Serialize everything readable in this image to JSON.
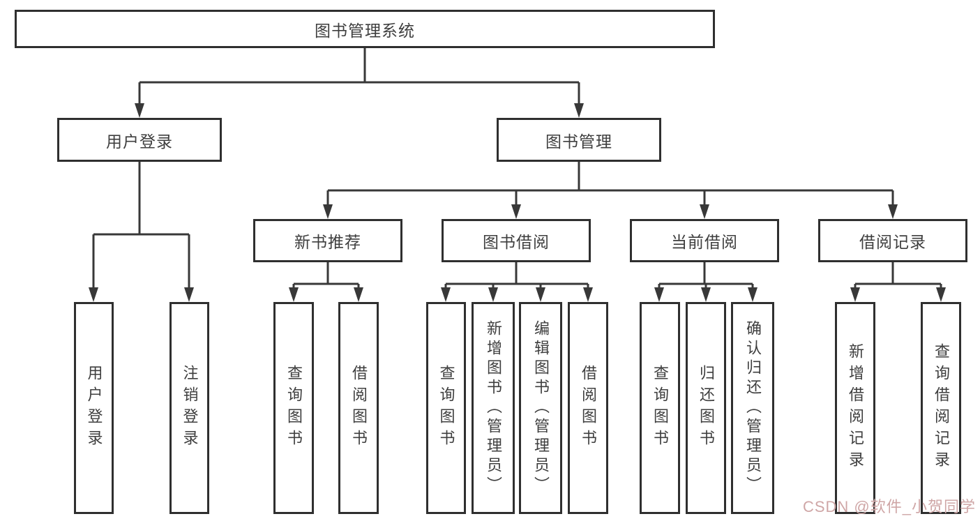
{
  "tree": {
    "label": "图书管理系统",
    "children": [
      {
        "label": "用户登录",
        "children": [
          {
            "label": "用户登录"
          },
          {
            "label": "注销登录"
          }
        ]
      },
      {
        "label": "图书管理",
        "children": [
          {
            "label": "新书推荐",
            "children": [
              {
                "label": "查询图书"
              },
              {
                "label": "借阅图书"
              }
            ]
          },
          {
            "label": "图书借阅",
            "children": [
              {
                "label": "查询图书"
              },
              {
                "label": "新增图书（管理员）"
              },
              {
                "label": "编辑图书（管理员）"
              },
              {
                "label": "借阅图书"
              }
            ]
          },
          {
            "label": "当前借阅",
            "children": [
              {
                "label": "查询图书"
              },
              {
                "label": "归还图书"
              },
              {
                "label": "确认归还（管理员）"
              }
            ]
          },
          {
            "label": "借阅记录",
            "children": [
              {
                "label": "新增借阅记录"
              },
              {
                "label": "查询借阅记录"
              }
            ]
          }
        ]
      }
    ]
  },
  "watermark": {
    "text": "CSDN @软件_小贺同学"
  },
  "colors": {
    "line": "#383838",
    "node_border": "#2f2f2f",
    "node_text": "#3e3e3e",
    "watermark": "#cfa6a6",
    "background": "#ffffff"
  }
}
